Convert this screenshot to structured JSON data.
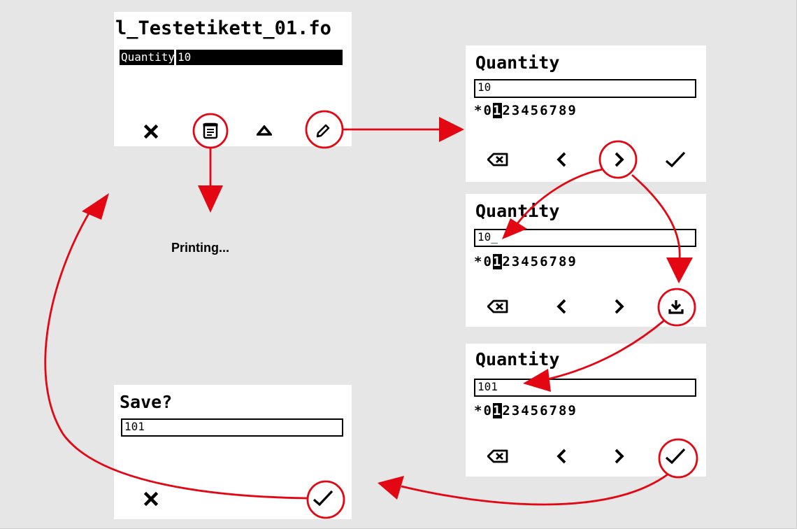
{
  "accent_color": "#e30613",
  "screen1": {
    "filename": "l_Testetikett_01.fo",
    "field_label": "Quantity",
    "field_value": "10",
    "icons": [
      "close-icon",
      "print-icon",
      "up-triangle-icon",
      "pencil-edit-icon"
    ]
  },
  "caption": "Printing...",
  "screen2": {
    "title": "Quantity",
    "value": "10",
    "charset_before": "*0",
    "charset_selected": "1",
    "charset_after": "23456789",
    "icons": [
      "backspace-icon",
      "chevron-left-icon",
      "chevron-right-icon",
      "checkmark-icon"
    ]
  },
  "screen3": {
    "title": "Quantity",
    "value": "10_",
    "charset_before": "*0",
    "charset_selected": "1",
    "charset_after": "23456789",
    "icons": [
      "backspace-icon",
      "chevron-left-icon",
      "chevron-right-icon",
      "insert-download-icon"
    ]
  },
  "screen4": {
    "title": "Quantity",
    "value": "101",
    "charset_before": "*0",
    "charset_selected": "1",
    "charset_after": "23456789",
    "icons": [
      "backspace-icon",
      "chevron-left-icon",
      "chevron-right-icon",
      "checkmark-icon"
    ]
  },
  "screen5": {
    "title": "Save?",
    "value": "101",
    "icons": [
      "close-icon",
      "checkmark-icon"
    ]
  }
}
